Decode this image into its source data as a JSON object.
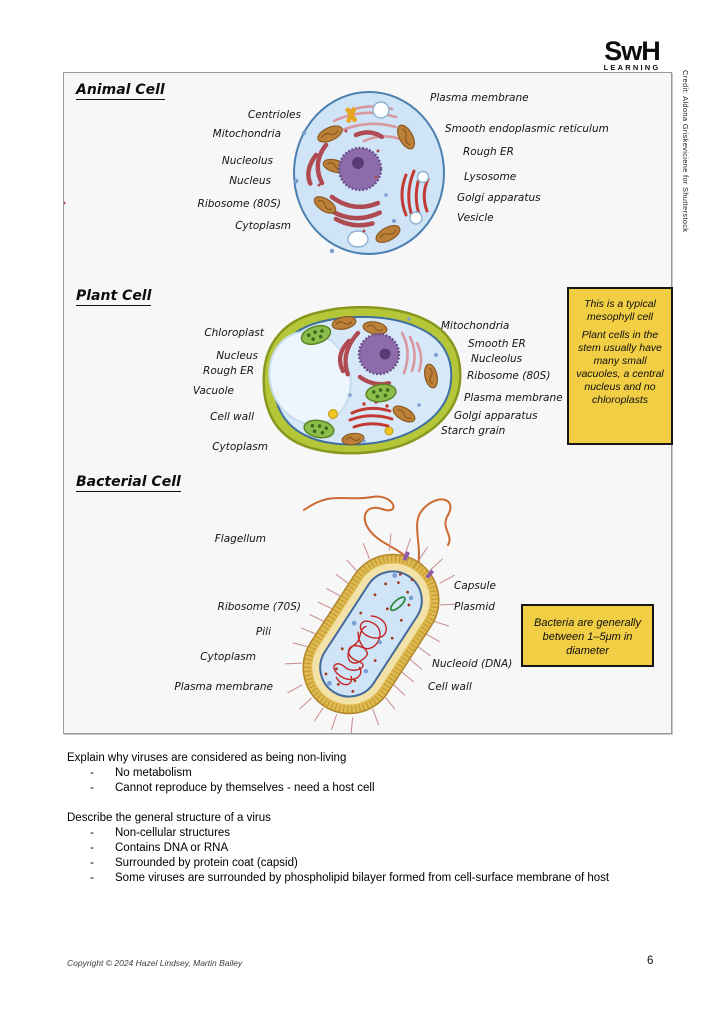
{
  "logo": {
    "title": "SwH",
    "subtitle": "LEARNING"
  },
  "credit": "Credit: Aldona Griskeviciene for Shutterstock",
  "animal": {
    "heading": "Animal Cell",
    "labels_left": [
      "Centrioles",
      "Mitochondria",
      "Nucleolus",
      "Nucleus",
      "Ribosome (80S)",
      "Cytoplasm"
    ],
    "labels_right": [
      "Plasma membrane",
      "Smooth endoplasmic reticulum",
      "Rough ER",
      "Lysosome",
      "Golgi apparatus",
      "Vesicle"
    ]
  },
  "plant": {
    "heading": "Plant Cell",
    "labels_left": [
      "Chloroplast",
      "Nucleus",
      "Rough ER",
      "Vacuole",
      "Cell wall",
      "Cytoplasm"
    ],
    "labels_right": [
      "Mitochondria",
      "Smooth ER",
      "Nucleolus",
      "Ribosome (80S)",
      "Plasma membrane",
      "Golgi apparatus",
      "Starch grain"
    ],
    "callout": {
      "para1": "This is a typical mesophyll cell",
      "para2": "Plant cells in the stem usually have many small vacuoles, a central nucleus and no chloroplasts"
    }
  },
  "bacterial": {
    "heading": "Bacterial Cell",
    "labels_left": [
      "Flagellum",
      "Ribosome (70S)",
      "Pili",
      "Cytoplasm",
      "Plasma membrane"
    ],
    "labels_right": [
      "Capsule",
      "Plasmid",
      "Nucleoid (DNA)",
      "Cell wall"
    ],
    "callout": "Bacteria are generally between 1–5μm in diameter"
  },
  "qa": {
    "bullet": "-",
    "question1": "Explain why viruses are considered as being non-living",
    "q1_points": [
      "No metabolism",
      "Cannot reproduce by themselves - need a host cell"
    ],
    "question2": "Describe the general structure of a virus",
    "q2_points": [
      "Non-cellular structures",
      "Contains DNA or RNA",
      "Surrounded by protein coat (capsid)",
      "Some viruses are surrounded by phospholipid bilayer formed from cell-surface membrane of host"
    ]
  },
  "footer": {
    "copyright": "Copyright © 2024 Hazel Lindsey, Martin Bailey",
    "page": "6"
  },
  "colors": {
    "callout_bg": "#F1CE44",
    "frame_bg": "#F7F7F7"
  }
}
